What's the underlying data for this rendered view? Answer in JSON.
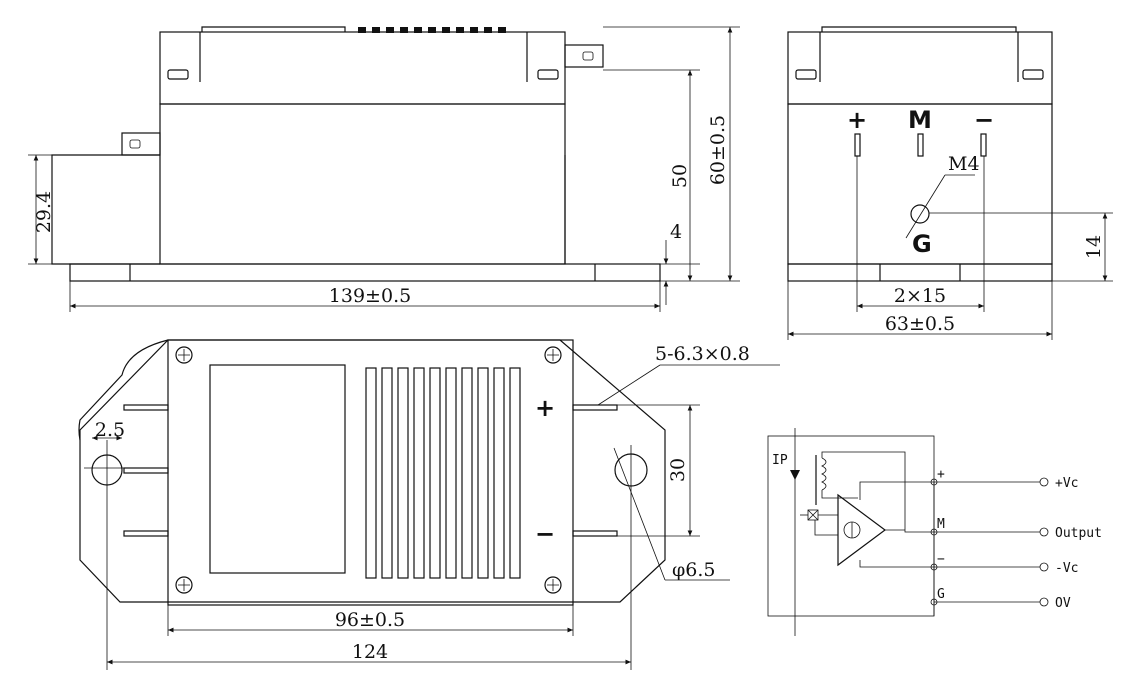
{
  "side_view": {
    "width": "139±0.5",
    "height_a": "29.4",
    "height_b": "50",
    "height_c": "60±0.5",
    "height_d": "4"
  },
  "end_view": {
    "plus": "+",
    "m": "M",
    "minus": "−",
    "screw": "M4",
    "ground": "G",
    "offset": "14",
    "pitch": "2×15",
    "width": "63±0.5"
  },
  "top_view": {
    "pins": "5-6.3×0.8",
    "plus": "+",
    "minus": "−",
    "slot": "2.5",
    "pin_span": "30",
    "hole": "φ6.5",
    "body_width": "96±0.5",
    "total_width": "124"
  },
  "schematic": {
    "input": "IP",
    "plus": "+",
    "m": "M",
    "minus": "−",
    "g": "G",
    "out_vc_pos": "+Vc",
    "out_output": "Output",
    "out_vc_neg": "-Vc",
    "out_ov": "OV"
  }
}
